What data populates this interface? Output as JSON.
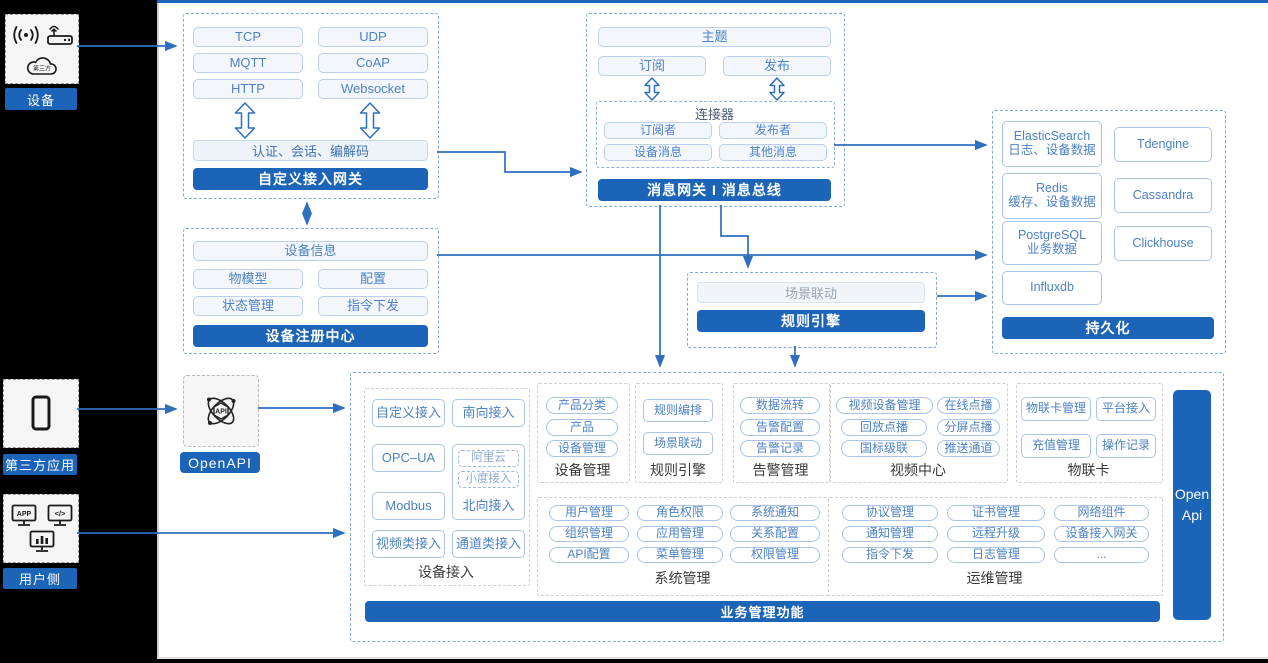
{
  "colors": {
    "accent": "#1c64b7",
    "arrow": "#2e6fc0",
    "chip_text": "#4d82c4",
    "chip_border": "#abc5e6",
    "dashed_blue_border": "#7fa7d9",
    "muted_text": "#9aa5b3"
  },
  "left_panel": {
    "device": {
      "label": "设备",
      "cloud_text": "第三方"
    },
    "third_party": {
      "label": "第三方应用"
    },
    "user_side": {
      "label": "用户侧",
      "app_text": "APP",
      "code_text": "</>"
    }
  },
  "gateway": {
    "title": "自定义接入网关",
    "protocols": [
      "TCP",
      "UDP",
      "MQTT",
      "CoAP",
      "HTTP",
      "Websocket"
    ],
    "auth": "认证、会话、编解码"
  },
  "registry": {
    "title": "设备注册中心",
    "device_info": "设备信息",
    "items": [
      "物模型",
      "配置",
      "状态管理",
      "指令下发"
    ]
  },
  "message_bus": {
    "title": "消息网关 I 消息总线",
    "topic": "主题",
    "subscribe": "订阅",
    "publish": "发布",
    "connector": {
      "title": "连接器",
      "items": [
        "订阅者",
        "发布者",
        "设备消息",
        "其他消息"
      ]
    }
  },
  "persistence": {
    "title": "持久化",
    "stores": [
      {
        "name": "ElasticSearch",
        "desc": "日志、设备数据"
      },
      {
        "name": "Tdengine",
        "desc": ""
      },
      {
        "name": "Redis",
        "desc": "缓存、设备数据"
      },
      {
        "name": "Cassandra",
        "desc": ""
      },
      {
        "name": "PostgreSQL",
        "desc": "业务数据"
      },
      {
        "name": "Clickhouse",
        "desc": ""
      },
      {
        "name": "Influxdb",
        "desc": ""
      }
    ]
  },
  "rule_engine_box": {
    "title": "规则引擎",
    "item": "场景联动"
  },
  "openapi": {
    "label": "OpenAPI",
    "icon_text": "API"
  },
  "business": {
    "bottom_bar": "业务管理功能",
    "open_api_line1": "Open",
    "open_api_line2": "Api",
    "device_access": {
      "label": "设备接入",
      "items": [
        "自定义接入",
        "南向接入",
        "OPC–UA",
        "Modbus",
        "视频类接入",
        "通道类接入"
      ],
      "north": {
        "label": "北向接入",
        "sub": [
          "阿里云",
          "小度接入"
        ]
      }
    },
    "device_mgmt": {
      "label": "设备管理",
      "items": [
        "产品分类",
        "产品",
        "设备管理"
      ]
    },
    "rule_engine": {
      "label": "规则引擎",
      "items": [
        "规则编排",
        "场景联动"
      ]
    },
    "alarm": {
      "label": "告警管理",
      "items": [
        "数据流转",
        "告警配置",
        "告警记录"
      ]
    },
    "video_center": {
      "label": "视频中心",
      "items": [
        "视频设备管理",
        "在线点播",
        "回放点播",
        "分屏点播",
        "国标级联",
        "推送通道"
      ]
    },
    "iot_card": {
      "label": "物联卡",
      "items": [
        "物联卡管理",
        "平台接入",
        "充值管理",
        "操作记录"
      ]
    },
    "system_mgmt": {
      "label": "系统管理",
      "items": [
        "用户管理",
        "角色权限",
        "系统通知",
        "组织管理",
        "应用管理",
        "关系配置",
        "API配置",
        "菜单管理",
        "权限管理"
      ]
    },
    "ops_mgmt": {
      "label": "运维管理",
      "items": [
        "协议管理",
        "证书管理",
        "网络组件",
        "通知管理",
        "远程升级",
        "设备接入网关",
        "指令下发",
        "日志管理",
        "..."
      ]
    }
  }
}
